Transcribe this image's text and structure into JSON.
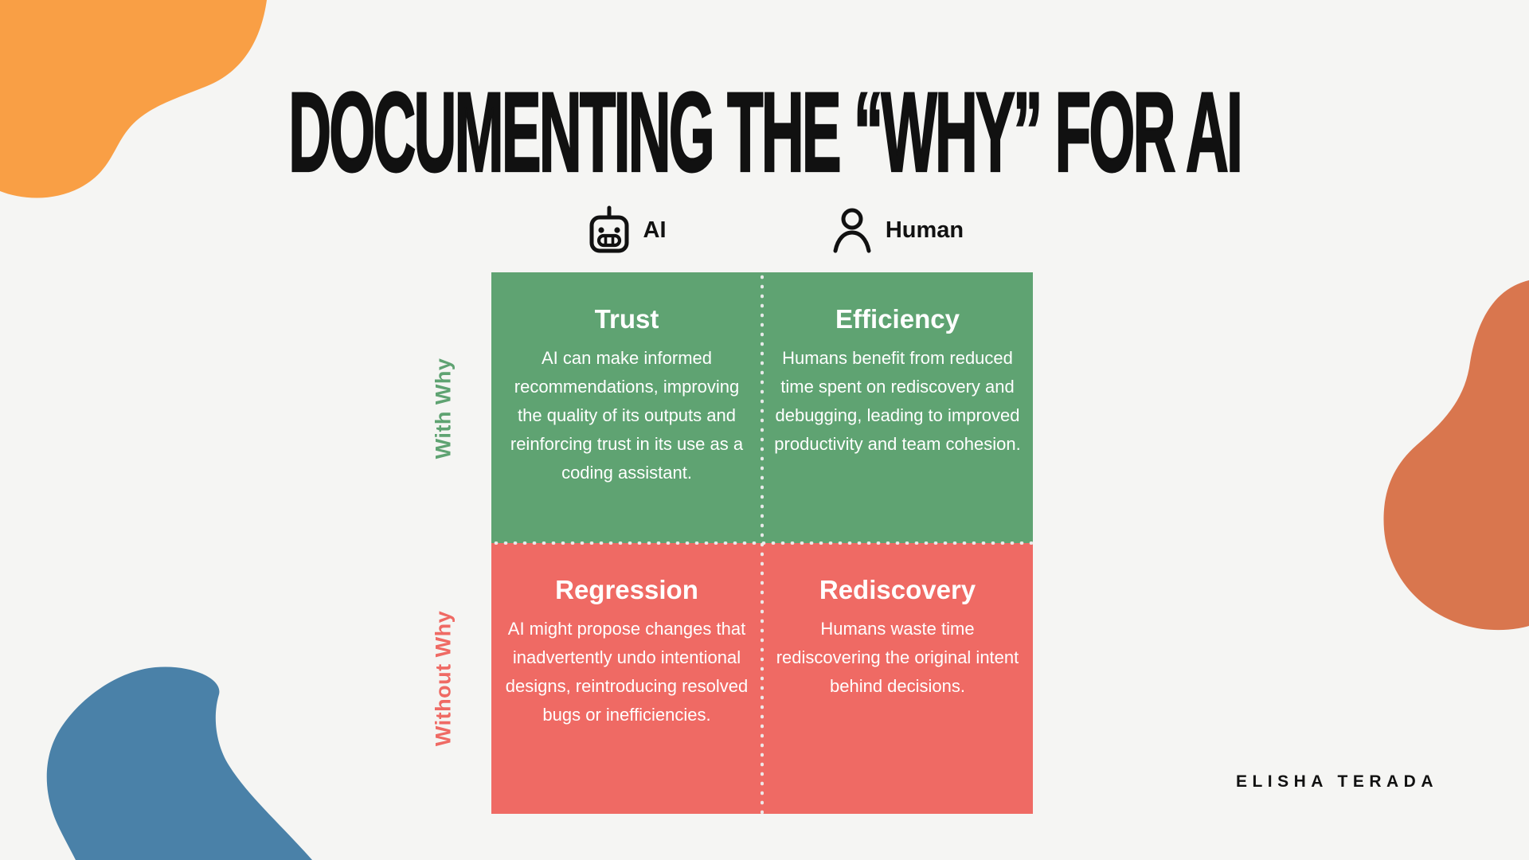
{
  "slide": {
    "title": "DOCUMENTING THE “WHY” FOR AI",
    "credit": "ELISHA TERADA"
  },
  "header": {
    "columns": [
      {
        "icon": "robot-icon",
        "label": "AI"
      },
      {
        "icon": "person-icon",
        "label": "Human"
      }
    ]
  },
  "rows": [
    {
      "label": "With Why",
      "color": "#5FA372"
    },
    {
      "label": "Without Why",
      "color": "#EF6A64"
    }
  ],
  "quadrants": [
    {
      "row": "With Why",
      "column": "AI",
      "title": "Trust",
      "body": "AI can make  informed recommendations, improving the quality of its outputs and reinforcing trust in its use as a coding assistant.",
      "bg": "#5FA372"
    },
    {
      "row": "With Why",
      "column": "Human",
      "title": "Efficiency",
      "body": "Humans benefit from reduced time spent on rediscovery and debugging, leading to improved productivity and team cohesion.",
      "bg": "#5FA372"
    },
    {
      "row": "Without Why",
      "column": "AI",
      "title": "Regression",
      "body": "AI might propose changes that inadvertently undo intentional designs, reintroducing resolved bugs or inefficiencies.",
      "bg": "#EF6A64"
    },
    {
      "row": "Without Why",
      "column": "Human",
      "title": "Rediscovery",
      "body": "Humans waste time rediscovering the original intent behind decisions.",
      "bg": "#EF6A64"
    }
  ],
  "colors": {
    "background": "#F5F5F3",
    "title_text": "#111111",
    "quadrant_green": "#5FA372",
    "quadrant_red": "#EF6A64",
    "blob_orange": "#F99F45",
    "blob_terracotta": "#D9764E",
    "blob_blue": "#4A81A8",
    "quadrant_text": "#FFFFFF",
    "divider_dots": "#EEEEEE"
  }
}
